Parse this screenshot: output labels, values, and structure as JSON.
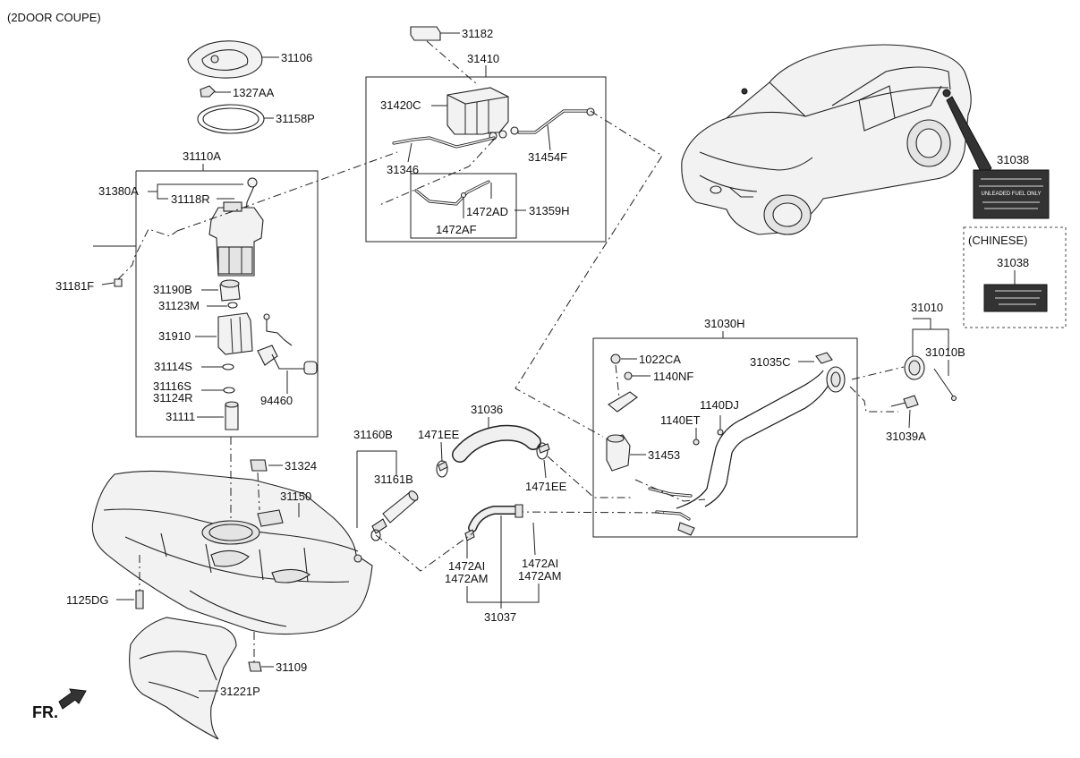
{
  "header": "(2DOOR COUPE)",
  "front_indicator": "FR.",
  "chinese_label": "(CHINESE)",
  "label_plate_text": [
    "UNLEADED FUEL ONLY"
  ],
  "parts": {
    "p31182": "31182",
    "p31410": "31410",
    "p31420C": "31420C",
    "p31346": "31346",
    "p31454F": "31454F",
    "p1472AD": "1472AD",
    "p31359H": "31359H",
    "p1472AF": "1472AF",
    "p31106": "31106",
    "p1327AA": "1327AA",
    "p31158P": "31158P",
    "p31110A": "31110A",
    "p31380A": "31380A",
    "p31118R": "31118R",
    "p31181F": "31181F",
    "p31190B": "31190B",
    "p31123M": "31123M",
    "p31910": "31910",
    "p31114S": "31114S",
    "p31116S": "31116S",
    "p31124R": "31124R",
    "p94460": "94460",
    "p31111": "31111",
    "p31324": "31324",
    "p31150": "31150",
    "p1125DG": "1125DG",
    "p31109": "31109",
    "p31221P": "31221P",
    "p31160B": "31160B",
    "p31161B": "31161B",
    "p1471EE_a": "1471EE",
    "p31036": "31036",
    "p1471EE_b": "1471EE",
    "p1472AI_a": "1472AI",
    "p1472AM_a": "1472AM",
    "p1472AI_b": "1472AI",
    "p1472AM_b": "1472AM",
    "p31037": "31037",
    "p31030H": "31030H",
    "p1022CA": "1022CA",
    "p1140NF": "1140NF",
    "p31035C": "31035C",
    "p1140DJ": "1140DJ",
    "p1140ET": "1140ET",
    "p31453": "31453",
    "p31010": "31010",
    "p31010B": "31010B",
    "p31039A": "31039A",
    "p31038_a": "31038",
    "p31038_b": "31038"
  }
}
